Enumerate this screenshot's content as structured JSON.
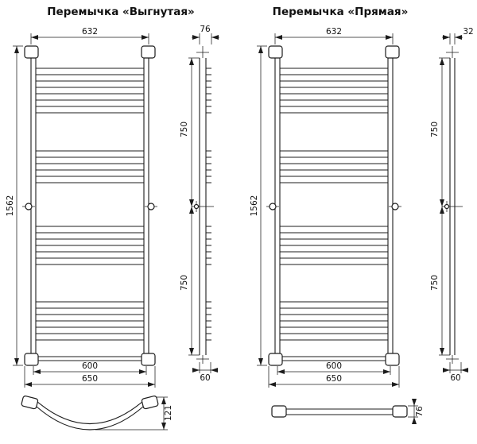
{
  "page": {
    "background": "#ffffff",
    "line_color": "#1c1c1c"
  },
  "left": {
    "title": "Перемычка «Выгнутая»",
    "dims": {
      "top_width": "632",
      "side_width": "76",
      "height": "1562",
      "upper_span": "750",
      "lower_span": "750",
      "bottom_inner": "600",
      "bottom_outer": "650",
      "bracket_depth": "60",
      "crossbar": "121"
    }
  },
  "right": {
    "title": "Перемычка «Прямая»",
    "dims": {
      "top_width": "632",
      "side_width": "32",
      "height": "1562",
      "upper_span": "750",
      "lower_span": "750",
      "bottom_inner": "600",
      "bottom_outer": "650",
      "bracket_depth": "60",
      "crossbar": "76"
    }
  }
}
